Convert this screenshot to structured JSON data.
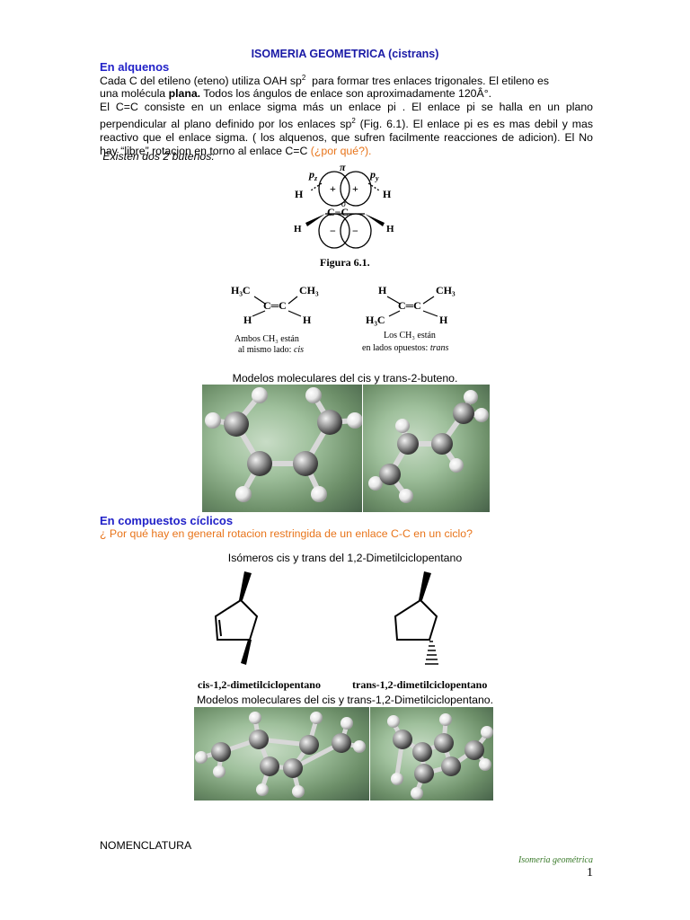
{
  "title": "ISOMERIA GEOMETRICA (cistrans)",
  "section1": {
    "heading": "En alquenos",
    "line1a": "Cada C del etileno (eteno) utiliza OAH sp",
    "line1_sup": "2",
    "line1b": "  para formar tres enlaces trigonales. El etileno es",
    "line2a": "una molécula ",
    "line2_bold": "plana.",
    "line2b": " Todos los ángulos de enlace son aproximadamente 120Â°.",
    "para2a": "El C=C consiste en un enlace sigma más un enlace pi . El enlace pi se halla en un plano perpendicular al plano definido por los enlaces sp",
    "para2_sup": "2",
    "para2b": " (Fig. 6.1). El enlace pi es es mas debil y mas reactivo que el enlace sigma. ( los alquenos, que sufren facilmente reacciones de adicion). El No hay “libre” rotacion en torno al enlace C=C ",
    "para2_orange": "(¿por qué?).",
    "butenos": " Existen dos 2 butenos:"
  },
  "figure61": {
    "p_left": "p",
    "p_left_sub": "z",
    "pi": "π",
    "p_right": "p",
    "p_right_sub": "y",
    "plus": "+",
    "minus": "−",
    "sigma": "σ",
    "cc": "C−C",
    "H": "H",
    "caption": "Figura 6.1."
  },
  "butene_structures": {
    "cis_h3c": "H₃C",
    "cis_ch3": "CH₃",
    "cc": "C═C",
    "H": "H",
    "cis_caption1": "Ambos CH₃ están",
    "cis_caption2a": "al mismo lado: ",
    "cis_caption2b": "cis",
    "trans_h3c": "H₃C",
    "trans_ch3": "CH₃",
    "trans_caption1": "Los CH₃ están",
    "trans_caption2a": "en lados opuestos: ",
    "trans_caption2b": "trans"
  },
  "models1_caption": "Modelos moleculares del cis y trans-2-buteno.",
  "section2": {
    "heading": "En compuestos cíclicos",
    "question": "¿ Por qué hay en general rotacion restringida de un enlace C-C en un ciclo?",
    "isomers_caption": "Isómeros cis y trans del 1,2-Dimetilciclopentano",
    "cis_label": "cis-1,2-dimetilciclopentano",
    "trans_label": "trans-1,2-dimetilciclopentano",
    "models2_caption": "Modelos moleculares del cis y trans-1,2-Dimetilciclopentano."
  },
  "footer": {
    "nomenclatura": "NOMENCLATURA",
    "running_title": "Isomeria geométrica",
    "page_number": "1"
  },
  "colors": {
    "title_blue": "#1a1aa6",
    "heading_blue": "#2222c8",
    "orange": "#e8741a",
    "footer_green": "#3a7a2a",
    "model_background": "#9fc09c"
  }
}
